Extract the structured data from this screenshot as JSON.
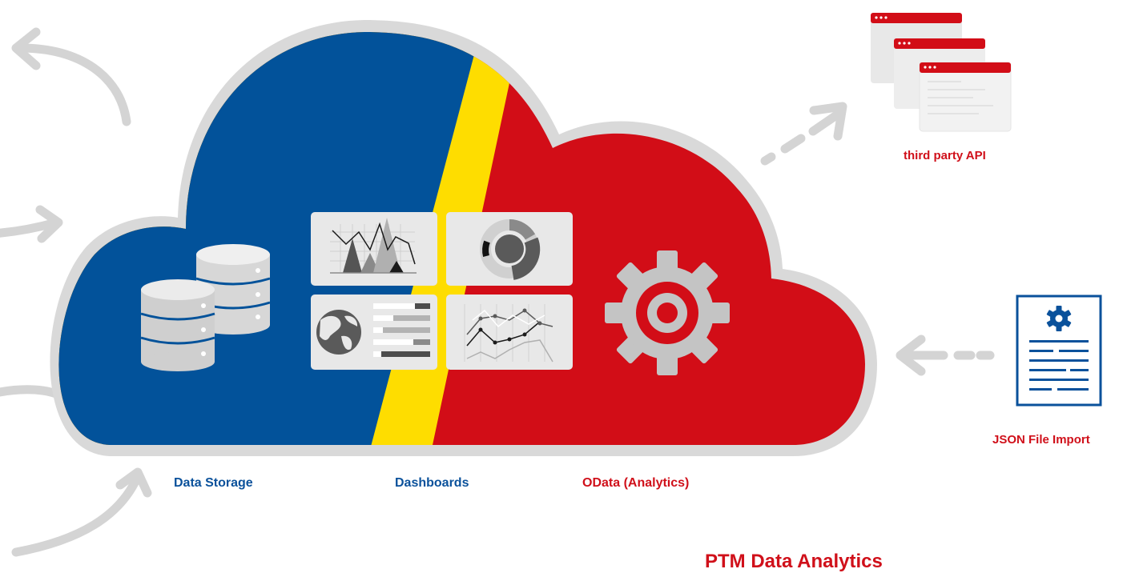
{
  "colors": {
    "blue": "#02529a",
    "yellow": "#fedd00",
    "red": "#d20d17",
    "cloud_outline": "#d9d9d9",
    "arrow_gray": "#d4d4d4",
    "panel_gray": "#e6e6e6",
    "icon_gray": "#bfbfbf",
    "dark_gray": "#4d4d4d"
  },
  "cloud_sections": [
    "Data Storage",
    "Dashboards",
    "OData (Analytics)"
  ],
  "labels": {
    "data_storage": "Data Storage",
    "dashboards": "Dashboards",
    "odata": "OData (Analytics)",
    "third_party_api": "third party API",
    "json_import": "JSON File Import",
    "product_title": "PTM Data Analytics"
  },
  "icons": {
    "database": "database-icon",
    "gear": "gear-icon",
    "browser_windows": "browser-window-icon",
    "json_document": "document-gear-icon",
    "world": "globe-icon"
  }
}
